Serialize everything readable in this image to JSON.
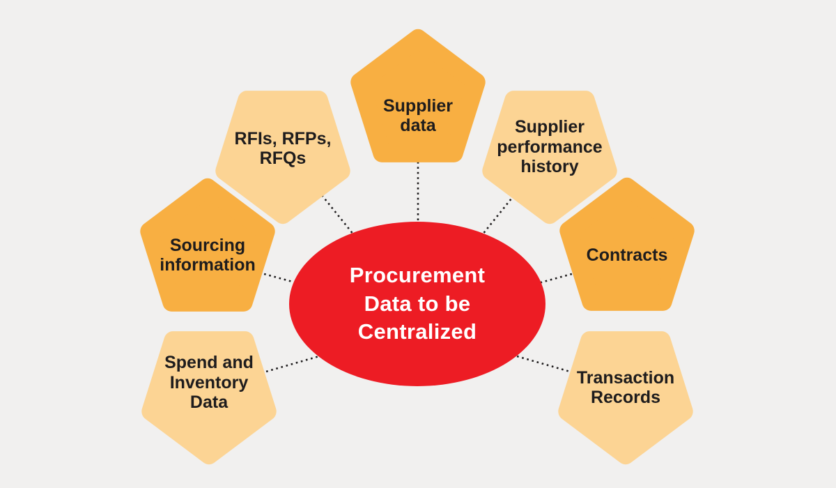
{
  "colors": {
    "background": "#F1F0EF",
    "orange": "#F8AF42",
    "peach": "#FCD494",
    "red": "#ED1C24",
    "ink": "#1E1C1D",
    "center_text": "#FFFFFF"
  },
  "center": {
    "label": "Procurement Data to be Centralized"
  },
  "nodes": [
    {
      "id": "rfis-rfps-rfqs",
      "label": "RFIs, RFPs, RFQs",
      "fill": "#FCD494"
    },
    {
      "id": "supplier-data",
      "label": "Supplier data",
      "fill": "#F8AF42"
    },
    {
      "id": "supplier-performance-history",
      "label": "Supplier performance history",
      "fill": "#FCD494"
    },
    {
      "id": "sourcing-information",
      "label": "Sourcing information",
      "fill": "#F8AF42"
    },
    {
      "id": "contracts",
      "label": "Contracts",
      "fill": "#F8AF42"
    },
    {
      "id": "spend-and-inventory-data",
      "label": "Spend and Inventory Data",
      "fill": "#FCD494"
    },
    {
      "id": "transaction-records",
      "label": "Transaction Records",
      "fill": "#FCD494"
    }
  ]
}
